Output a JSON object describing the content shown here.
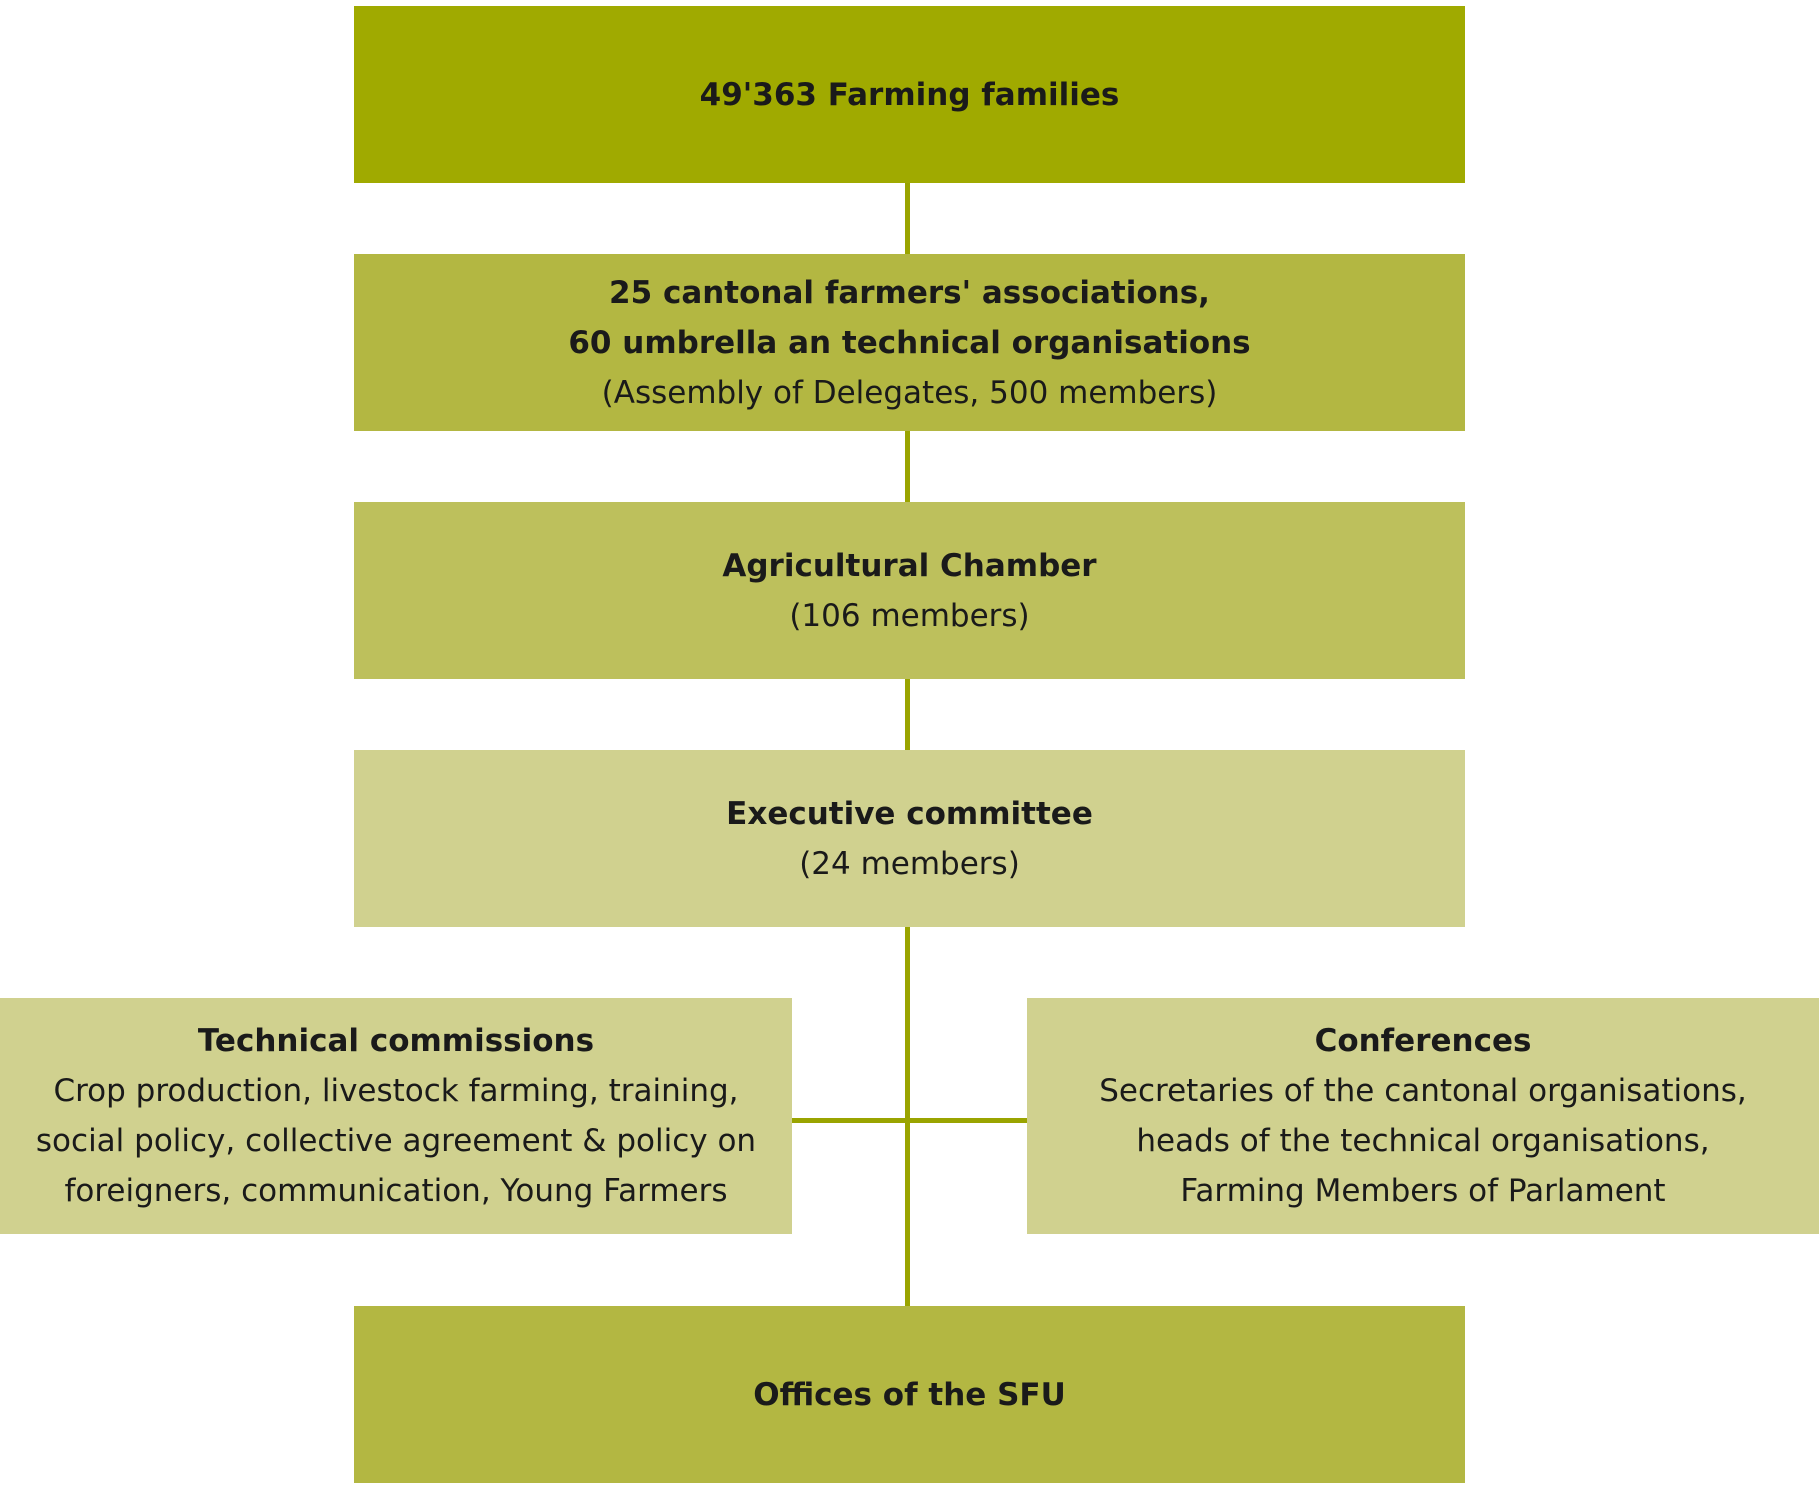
{
  "colors": {
    "level_dark": "#a0aa00",
    "level_medium": "#b3b742",
    "level_light": "#bdc05c",
    "level_pale": "#d0d18f",
    "connector": "#9aa400",
    "text": "#1a1a1a"
  },
  "nodes": {
    "farming_families": {
      "title": "49'363 Farming families"
    },
    "associations": {
      "title_line1": "25 cantonal farmers' associations,",
      "title_line2": "60 umbrella an technical organisations",
      "subtitle": "(Assembly of Delegates, 500 members)"
    },
    "agricultural_chamber": {
      "title": "Agricultural Chamber",
      "subtitle": "(106 members)"
    },
    "executive_committee": {
      "title": "Executive committee",
      "subtitle": "(24 members)"
    },
    "technical_commissions": {
      "title": "Technical commissions",
      "lines": [
        "Crop production, livestock farming, training,",
        "social policy, collective agreement & policy on",
        "foreigners, communication, Young Farmers"
      ]
    },
    "conferences": {
      "title": "Conferences",
      "lines": [
        "Secretaries of the cantonal organisations,",
        "heads of the technical organisations,",
        "Farming Members of Parlament"
      ]
    },
    "offices": {
      "title": "Offices of the SFU"
    }
  }
}
